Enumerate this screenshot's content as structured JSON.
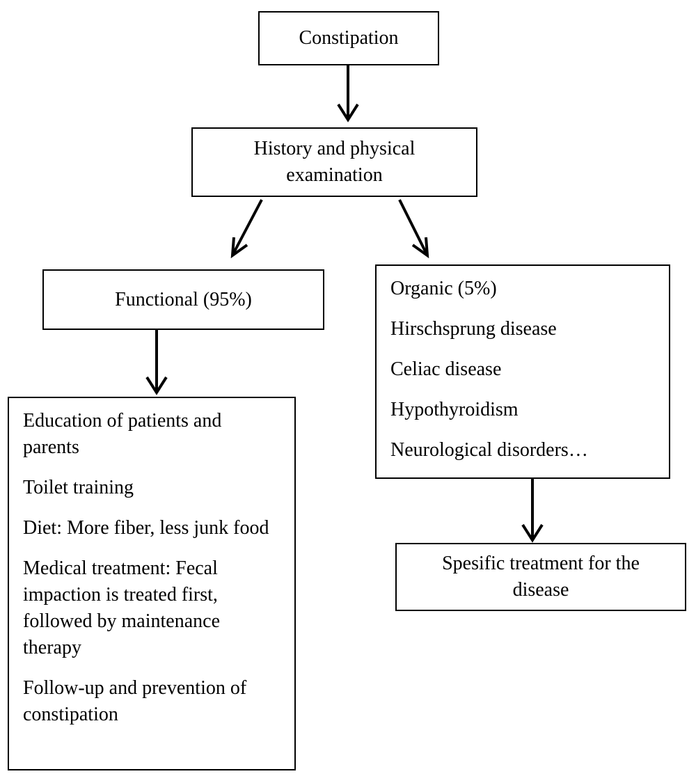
{
  "nodes": {
    "constipation": {
      "text": "Constipation"
    },
    "history": {
      "line1": "History and physical",
      "line2": "examination"
    },
    "functional": {
      "text": "Functional (95%)"
    },
    "organic": {
      "items": [
        "Organic (5%)",
        "Hirschsprung disease",
        "Celiac disease",
        "Hypothyroidism",
        "Neurological disorders…"
      ]
    },
    "management": {
      "items": [
        "Education of patients and parents",
        "Toilet training",
        "Diet: More fiber, less junk food",
        "Medical treatment: Fecal impaction is treated first, followed by maintenance therapy",
        "Follow-up and prevention of constipation"
      ]
    },
    "specific": {
      "line1": "Spesific treatment for the",
      "line2": "disease"
    }
  },
  "edges": [
    {
      "from": "constipation",
      "to": "history"
    },
    {
      "from": "history",
      "to": "functional"
    },
    {
      "from": "history",
      "to": "organic"
    },
    {
      "from": "functional",
      "to": "management"
    },
    {
      "from": "organic",
      "to": "specific"
    }
  ]
}
